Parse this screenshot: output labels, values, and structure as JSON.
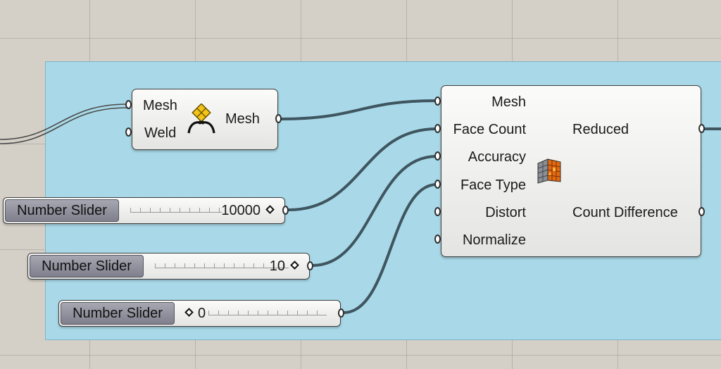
{
  "weld_component": {
    "inputs": [
      "Mesh",
      "Weld"
    ],
    "output": "Mesh",
    "icon": "mesh-weld-icon"
  },
  "reduce_component": {
    "inputs": [
      "Mesh",
      "Face Count",
      "Accuracy",
      "Face Type",
      "Distort",
      "Normalize"
    ],
    "outputs": [
      "Reduced",
      "Count Difference"
    ],
    "icon": "quad-remesh-icon"
  },
  "sliders": [
    {
      "name": "Number Slider",
      "value": "10000"
    },
    {
      "name": "Number Slider",
      "value": "10"
    },
    {
      "name": "Number Slider",
      "value": "0"
    }
  ],
  "colors": {
    "canvas": "#d4d0c8",
    "group": "#a9d9e8",
    "wire": "#3f5560"
  }
}
